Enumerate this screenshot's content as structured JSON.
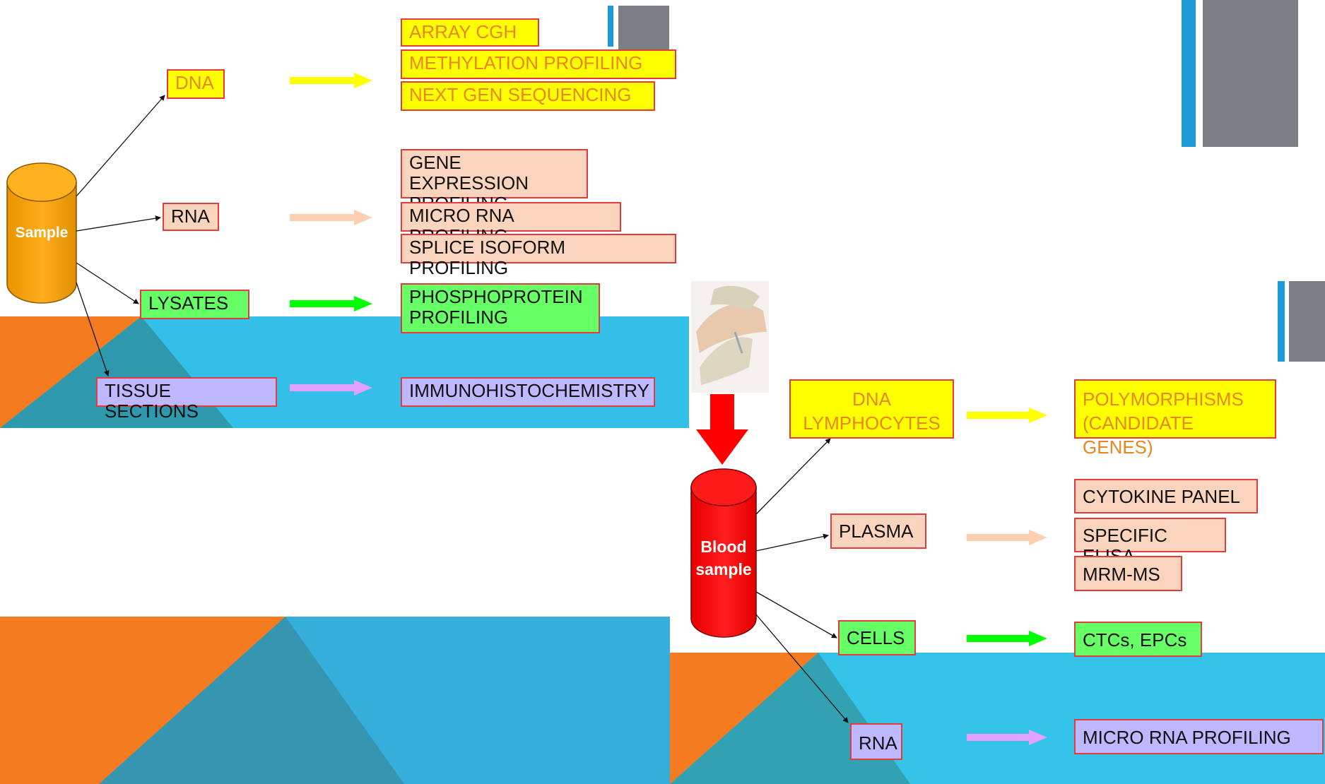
{
  "colors": {
    "orange": "#f47b20",
    "blue": "#33b5e5",
    "teal": "#2e95ad",
    "gray": "#7b7e82",
    "sample_cylinder": "#ffa300",
    "blood_cylinder": "#ff0000",
    "yellow_arrow": "#ffff00",
    "peach_arrow": "#fcd0b0",
    "green_arrow": "#00ff00",
    "lavender_arrow": "#e3a0ff",
    "red_arrow": "#ff0000"
  },
  "tissue": {
    "sample_label": "Sample",
    "categories": [
      {
        "label": "DNA",
        "style": "yellow",
        "arrow_color": "#ffff00",
        "methods": [
          "ARRAY CGH",
          "METHYLATION PROFILING",
          "NEXT GEN SEQUENCING"
        ]
      },
      {
        "label": "RNA",
        "style": "peach",
        "arrow_color": "#fcd0b0",
        "methods": [
          "GENE EXPRESSION\nPROFILING",
          "MICRO RNA PROFILING",
          "SPLICE ISOFORM PROFILING"
        ]
      },
      {
        "label": "LYSATES",
        "style": "green",
        "arrow_color": "#00ff00",
        "methods": [
          "PHOSPHOPROTEIN\nPROFILING"
        ]
      },
      {
        "label": "TISSUE SECTIONS",
        "style": "lav",
        "arrow_color": "#e3a0ff",
        "methods": [
          "IMMUNOHISTOCHEMISTRY"
        ]
      }
    ]
  },
  "blood": {
    "sample_label": "Blood\nsample",
    "categories": [
      {
        "label": "DNA\nLYMPHOCYTES",
        "style": "yellow",
        "arrow_color": "#ffff00",
        "methods": [
          "POLYMORPHISMS\n(CANDIDATE GENES)"
        ]
      },
      {
        "label": "PLASMA",
        "style": "peach",
        "arrow_color": "#fcd0b0",
        "methods": [
          "CYTOKINE PANEL",
          "SPECIFIC ELISA",
          "MRM-MS"
        ]
      },
      {
        "label": "CELLS",
        "style": "green",
        "arrow_color": "#00ff00",
        "methods": [
          "CTCs, EPCs"
        ]
      },
      {
        "label": "RNA",
        "style": "lav",
        "arrow_color": "#e3a0ff",
        "methods": [
          "MICRO RNA PROFILING"
        ]
      }
    ]
  }
}
